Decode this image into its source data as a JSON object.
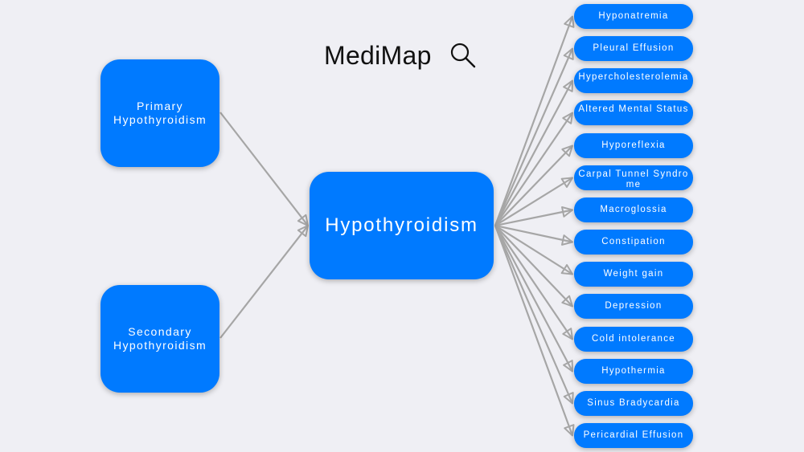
{
  "app": {
    "title": "MediMap",
    "search_icon": "search-icon"
  },
  "colors": {
    "node": "#007aff",
    "edge": "#a6a6a6",
    "background": "#efeff4"
  },
  "diagram": {
    "central": "Hypothyroidism",
    "causes": [
      "Primary\nHypothyroidism",
      "Secondary\nHypothyroidism"
    ],
    "symptoms": [
      "Hyponatremia",
      "Pleural Effusion",
      "Hypercholesterolemia",
      "Altered Mental Status",
      "Hyporeflexia",
      "Carpal Tunnel Syndrome",
      "Macroglossia",
      "Constipation",
      "Weight gain",
      "Depression",
      "Cold intolerance",
      "Hypothermia",
      "Sinus Bradycardia",
      "Pericardial Effusion"
    ]
  }
}
